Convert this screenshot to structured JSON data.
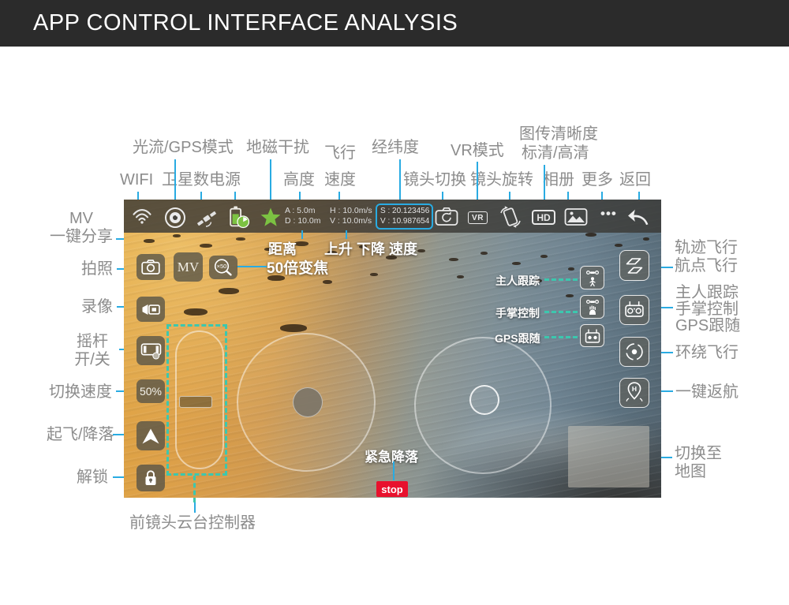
{
  "header": {
    "title": "APP CONTROL INTERFACE ANALYSIS"
  },
  "colors": {
    "accent_blue": "#29abe2",
    "dash_teal": "#3cc7ae",
    "stop_red": "#e8112d",
    "battery_green": "#7cc242",
    "label_gray": "#8c8c8c"
  },
  "top": {
    "optical_flow": "光流/GPS模式",
    "geomagnetic": "地磁干扰",
    "flight1": "飞行",
    "flight2": "速度",
    "latlong": "经纬度",
    "vr_mode": "VR模式",
    "trans1": "图传清晰度",
    "trans2": "标清/高清",
    "wifi": "WIFI",
    "sat_power": "卫星数电源",
    "altitude": "高度",
    "lens_switch": "镜头切换",
    "lens_rotate": "镜头旋转",
    "album": "相册",
    "more": "更多",
    "back": "返回"
  },
  "left": {
    "mv1": "MV",
    "mv2": "一键分享",
    "photo": "拍照",
    "record": "录像",
    "stick1": "摇杆",
    "stick2": "开/关",
    "speed": "切换速度",
    "takeoff": "起飞/降落",
    "unlock": "解锁",
    "gimbal": "前镜头云台控制器"
  },
  "right": {
    "track1": "轨迹飞行",
    "track2": "航点飞行",
    "follow1": "主人跟踪",
    "follow2": "手掌控制",
    "follow3": "GPS跟随",
    "orbit": "环绕飞行",
    "home": "一键返航",
    "map1": "切换至",
    "map2": "地图",
    "home_h": "H"
  },
  "bar": {
    "alt": "A : 5.0m",
    "dist": "D : 10.0m",
    "hspd": "H : 10.0m/s",
    "vspd": "V : 10.0m/s",
    "lat": "S : 20.123456",
    "lng": "V : 10.987654",
    "vr": "VR",
    "hd": "HD",
    "dots": "•••"
  },
  "app": {
    "mv_btn": "MV",
    "zoom_btn": "×50",
    "speed_btn": "50%",
    "dist_lbl": "距离",
    "updown_lbl": "上升 下降 速度",
    "zoom_lbl": "50倍变焦",
    "follow_master": "主人跟踪",
    "palm": "手掌控制",
    "gps": "GPS跟随",
    "emergency": "紧急降落",
    "stop": "stop"
  }
}
